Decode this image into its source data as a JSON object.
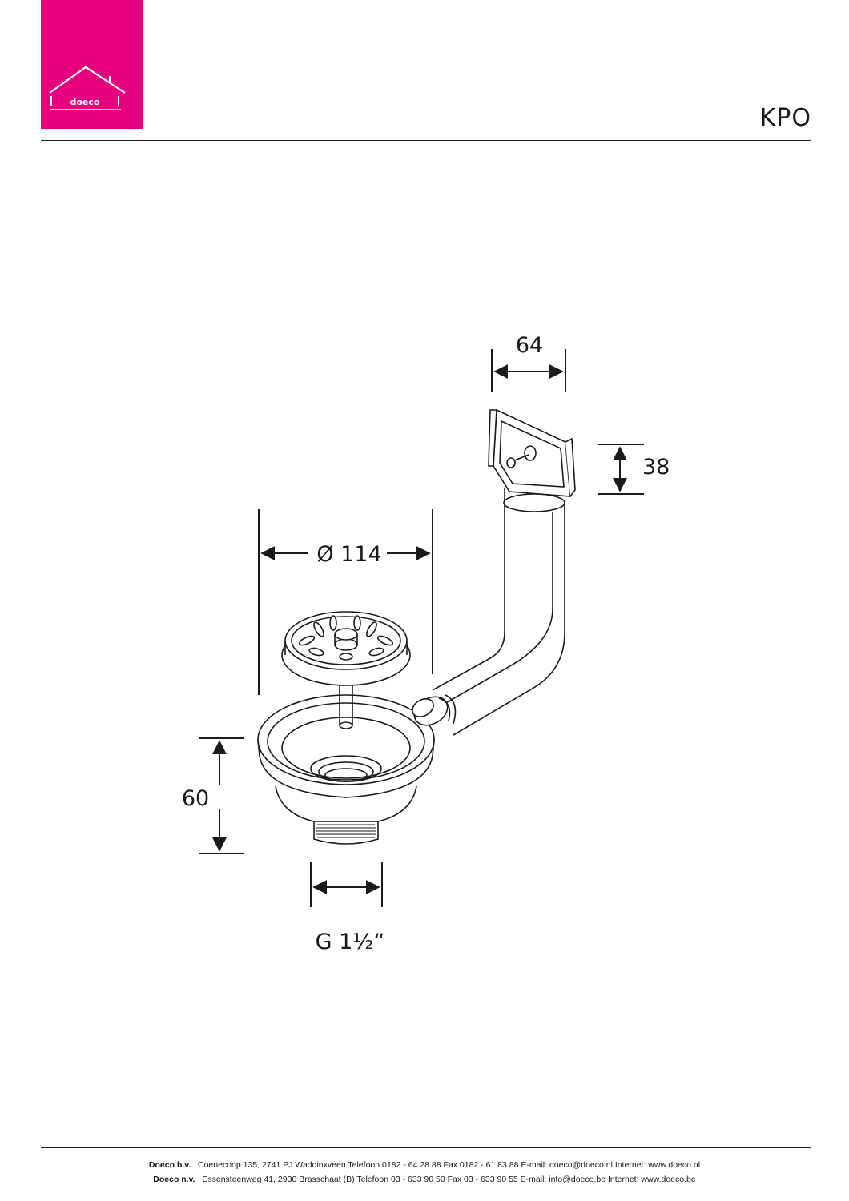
{
  "header": {
    "logo_text": "doeco",
    "product_code": "KPO"
  },
  "dimensions": {
    "width_top": "64",
    "height_top": "38",
    "diameter": "Ø 114",
    "height_body": "60",
    "thread": "G 1½“"
  },
  "footer": {
    "line1": {
      "company": "Doeco b.v.",
      "details": "Coenecoop 135,   2741 PJ  Waddinxveen   Telefoon 0182 - 64 28 88   Fax 0182 - 61 83 88   E-mail: doeco@doeco.nl   Internet: www.doeco.nl"
    },
    "line2": {
      "company": "Doeco n.v.",
      "details": "Essensteenweg 41, 2930  Brasschaat (B)   Telefoon 03 - 633 90 50   Fax 03 - 633 90 55   E-mail: info@doeco.be   Internet: www.doeco.be"
    }
  },
  "colors": {
    "brand": "#e6007e",
    "line": "#1a1a1a"
  }
}
